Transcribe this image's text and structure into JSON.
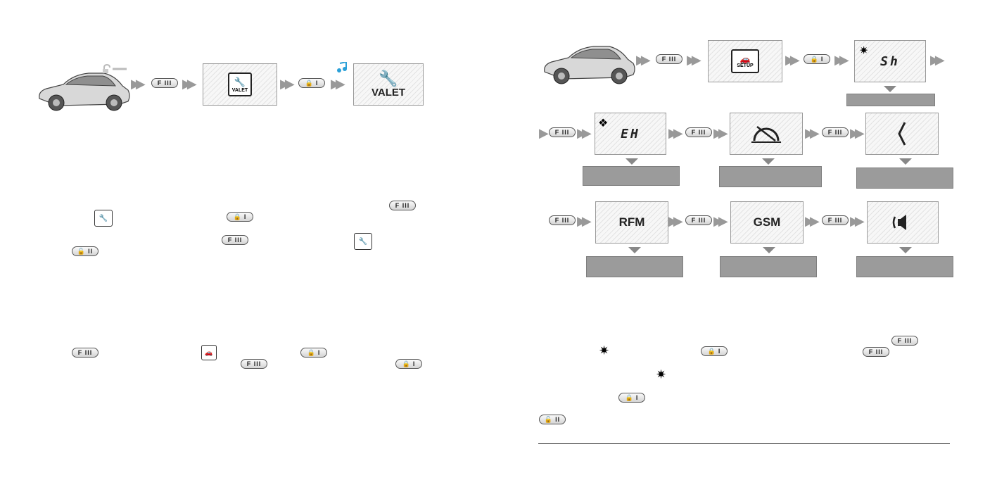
{
  "buttons": {
    "f3": "F  III",
    "lock": "I",
    "unlock": "II"
  },
  "panels": {
    "valet_label": "VALET",
    "setup_label": "SETUP",
    "sh": "Sh",
    "eh": "EH",
    "rfm": "RFM",
    "gsm": "GSM"
  }
}
